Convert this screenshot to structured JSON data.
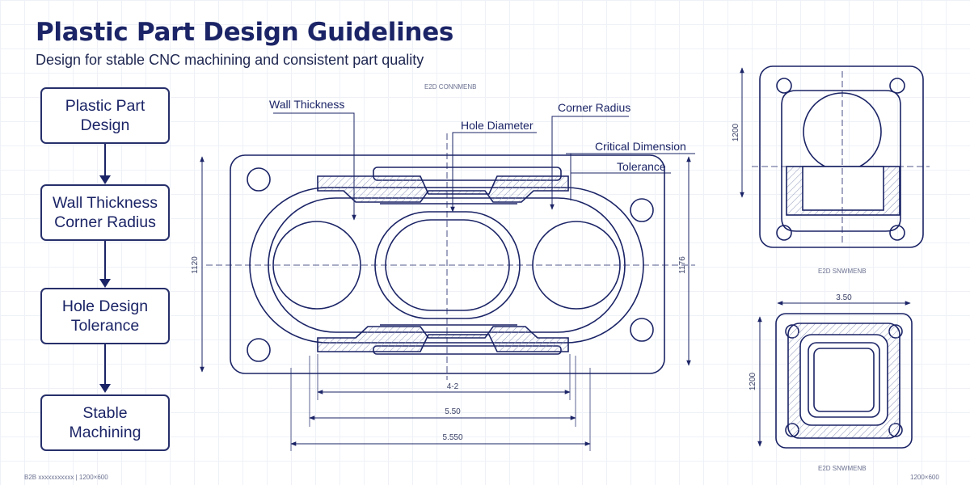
{
  "title": "Plastic Part Design Guidelines",
  "subtitle": "Design for stable CNC machining and consistent part quality",
  "flow_steps": [
    "Plastic Part\nDesign",
    "Wall Thickness\nCorner Radius",
    "Hole Design\nTolerance",
    "Stable\nMachining"
  ],
  "callouts": {
    "wall_thickness": "Wall Thickness",
    "corner_radius": "Corner Radius",
    "hole_diameter": "Hole Diameter",
    "critical_dimension": "Critical Dimension",
    "tolerance": "Tolerance"
  },
  "dimensions": {
    "left_height": "1120",
    "right_height": "1176",
    "inner_width": "4-2",
    "mid_width": "5.50",
    "overall_width": "5.550",
    "top_view_height": "1200",
    "bottom_view_width": "3.50",
    "bottom_view_height": "1200"
  },
  "view_labels": {
    "main": "E2D CONNMENB",
    "top_view": "E2D SNWMENB",
    "bottom_view": "E2D SNWMENB"
  },
  "footer": {
    "left": "B2B xxxxxxxxxxx  |  1200×600",
    "right": "1200×600"
  },
  "colors": {
    "ink": "#1b2466",
    "hatch": "#8a93b8",
    "grid": "#eef1f6"
  }
}
